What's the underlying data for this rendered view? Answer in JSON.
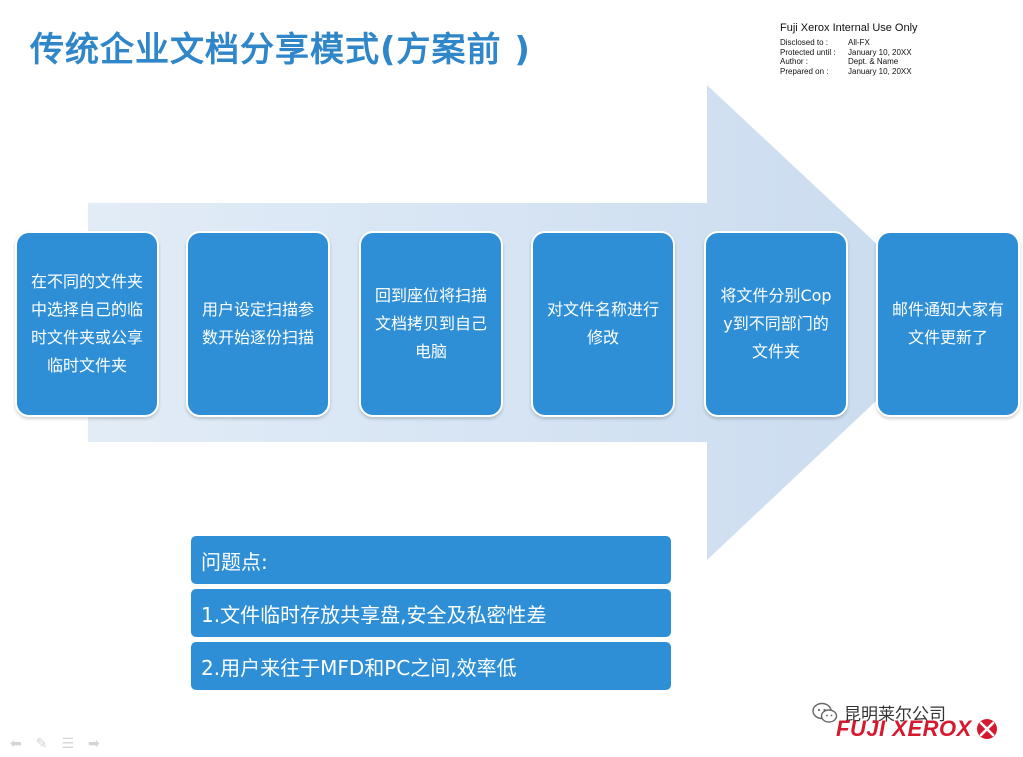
{
  "slide": {
    "title": "传统企业文档分享模式(方案前 )",
    "meta": {
      "heading": "Fuji Xerox Internal Use Only",
      "rows": [
        {
          "key": "Disclosed to :",
          "value": "All-FX"
        },
        {
          "key": "Protected until :",
          "value": "January 10, 20XX"
        },
        {
          "key": "Author :",
          "value": "Dept. & Name"
        },
        {
          "key": "Prepared on :",
          "value": "January 10, 20XX"
        }
      ]
    },
    "steps": [
      {
        "text": "在不同的文件夹中选择自己的临时文件夹或公享临时文件夹"
      },
      {
        "text": "用户设定扫描参数开始逐份扫描"
      },
      {
        "text": "回到座位将扫描文档拷贝到自己电脑"
      },
      {
        "text": "对文件名称进行修改"
      },
      {
        "text": "将文件分别Copy到不同部门的文件夹"
      },
      {
        "text": "邮件通知大家有文件更新了"
      }
    ],
    "issues": {
      "header": "问题点:",
      "items": [
        "1.文件临时存放共享盘,安全及私密性差",
        "2.用户来往于MFD和PC之间,效率低"
      ]
    },
    "watermark": "昆明莱尔公司",
    "logo": "FUJI XEROX",
    "colors": {
      "title": "#2f86c8",
      "box": "#2e8fd6",
      "arrow": "#cfdff0",
      "logo": "#d51a2f"
    }
  },
  "nav_icons": [
    "arrow-left-icon",
    "pen-icon",
    "menu-icon",
    "arrow-right-icon"
  ]
}
